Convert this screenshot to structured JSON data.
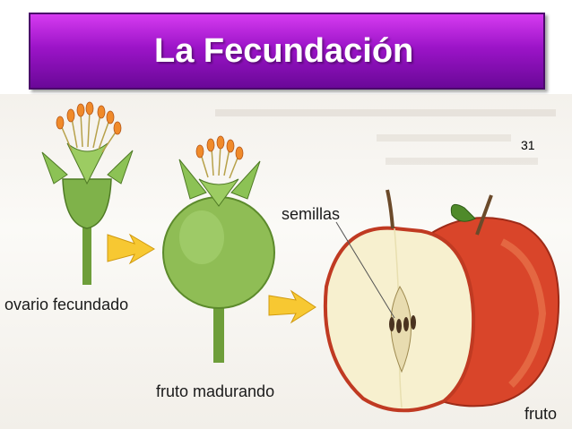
{
  "slide": {
    "title": "La Fecundación",
    "page_number": "31"
  },
  "labels": {
    "ovario": "ovario fecundado",
    "fruto_madurando": "fruto madurando",
    "semillas": "semillas",
    "fruto": "fruto"
  },
  "colors": {
    "title_gradient_top": "#d63bf0",
    "title_gradient_bottom": "#6a0898",
    "flower_green": "#7fb24a",
    "stamen_orange": "#f08a2a",
    "arrow_yellow": "#f7c832",
    "apple_red": "#d9452a",
    "apple_flesh": "#f7f0cf"
  },
  "icons": [
    "fertilized-ovary-icon",
    "ripening-fruit-icon",
    "apple-cross-section-icon",
    "arrow-right-icon"
  ]
}
